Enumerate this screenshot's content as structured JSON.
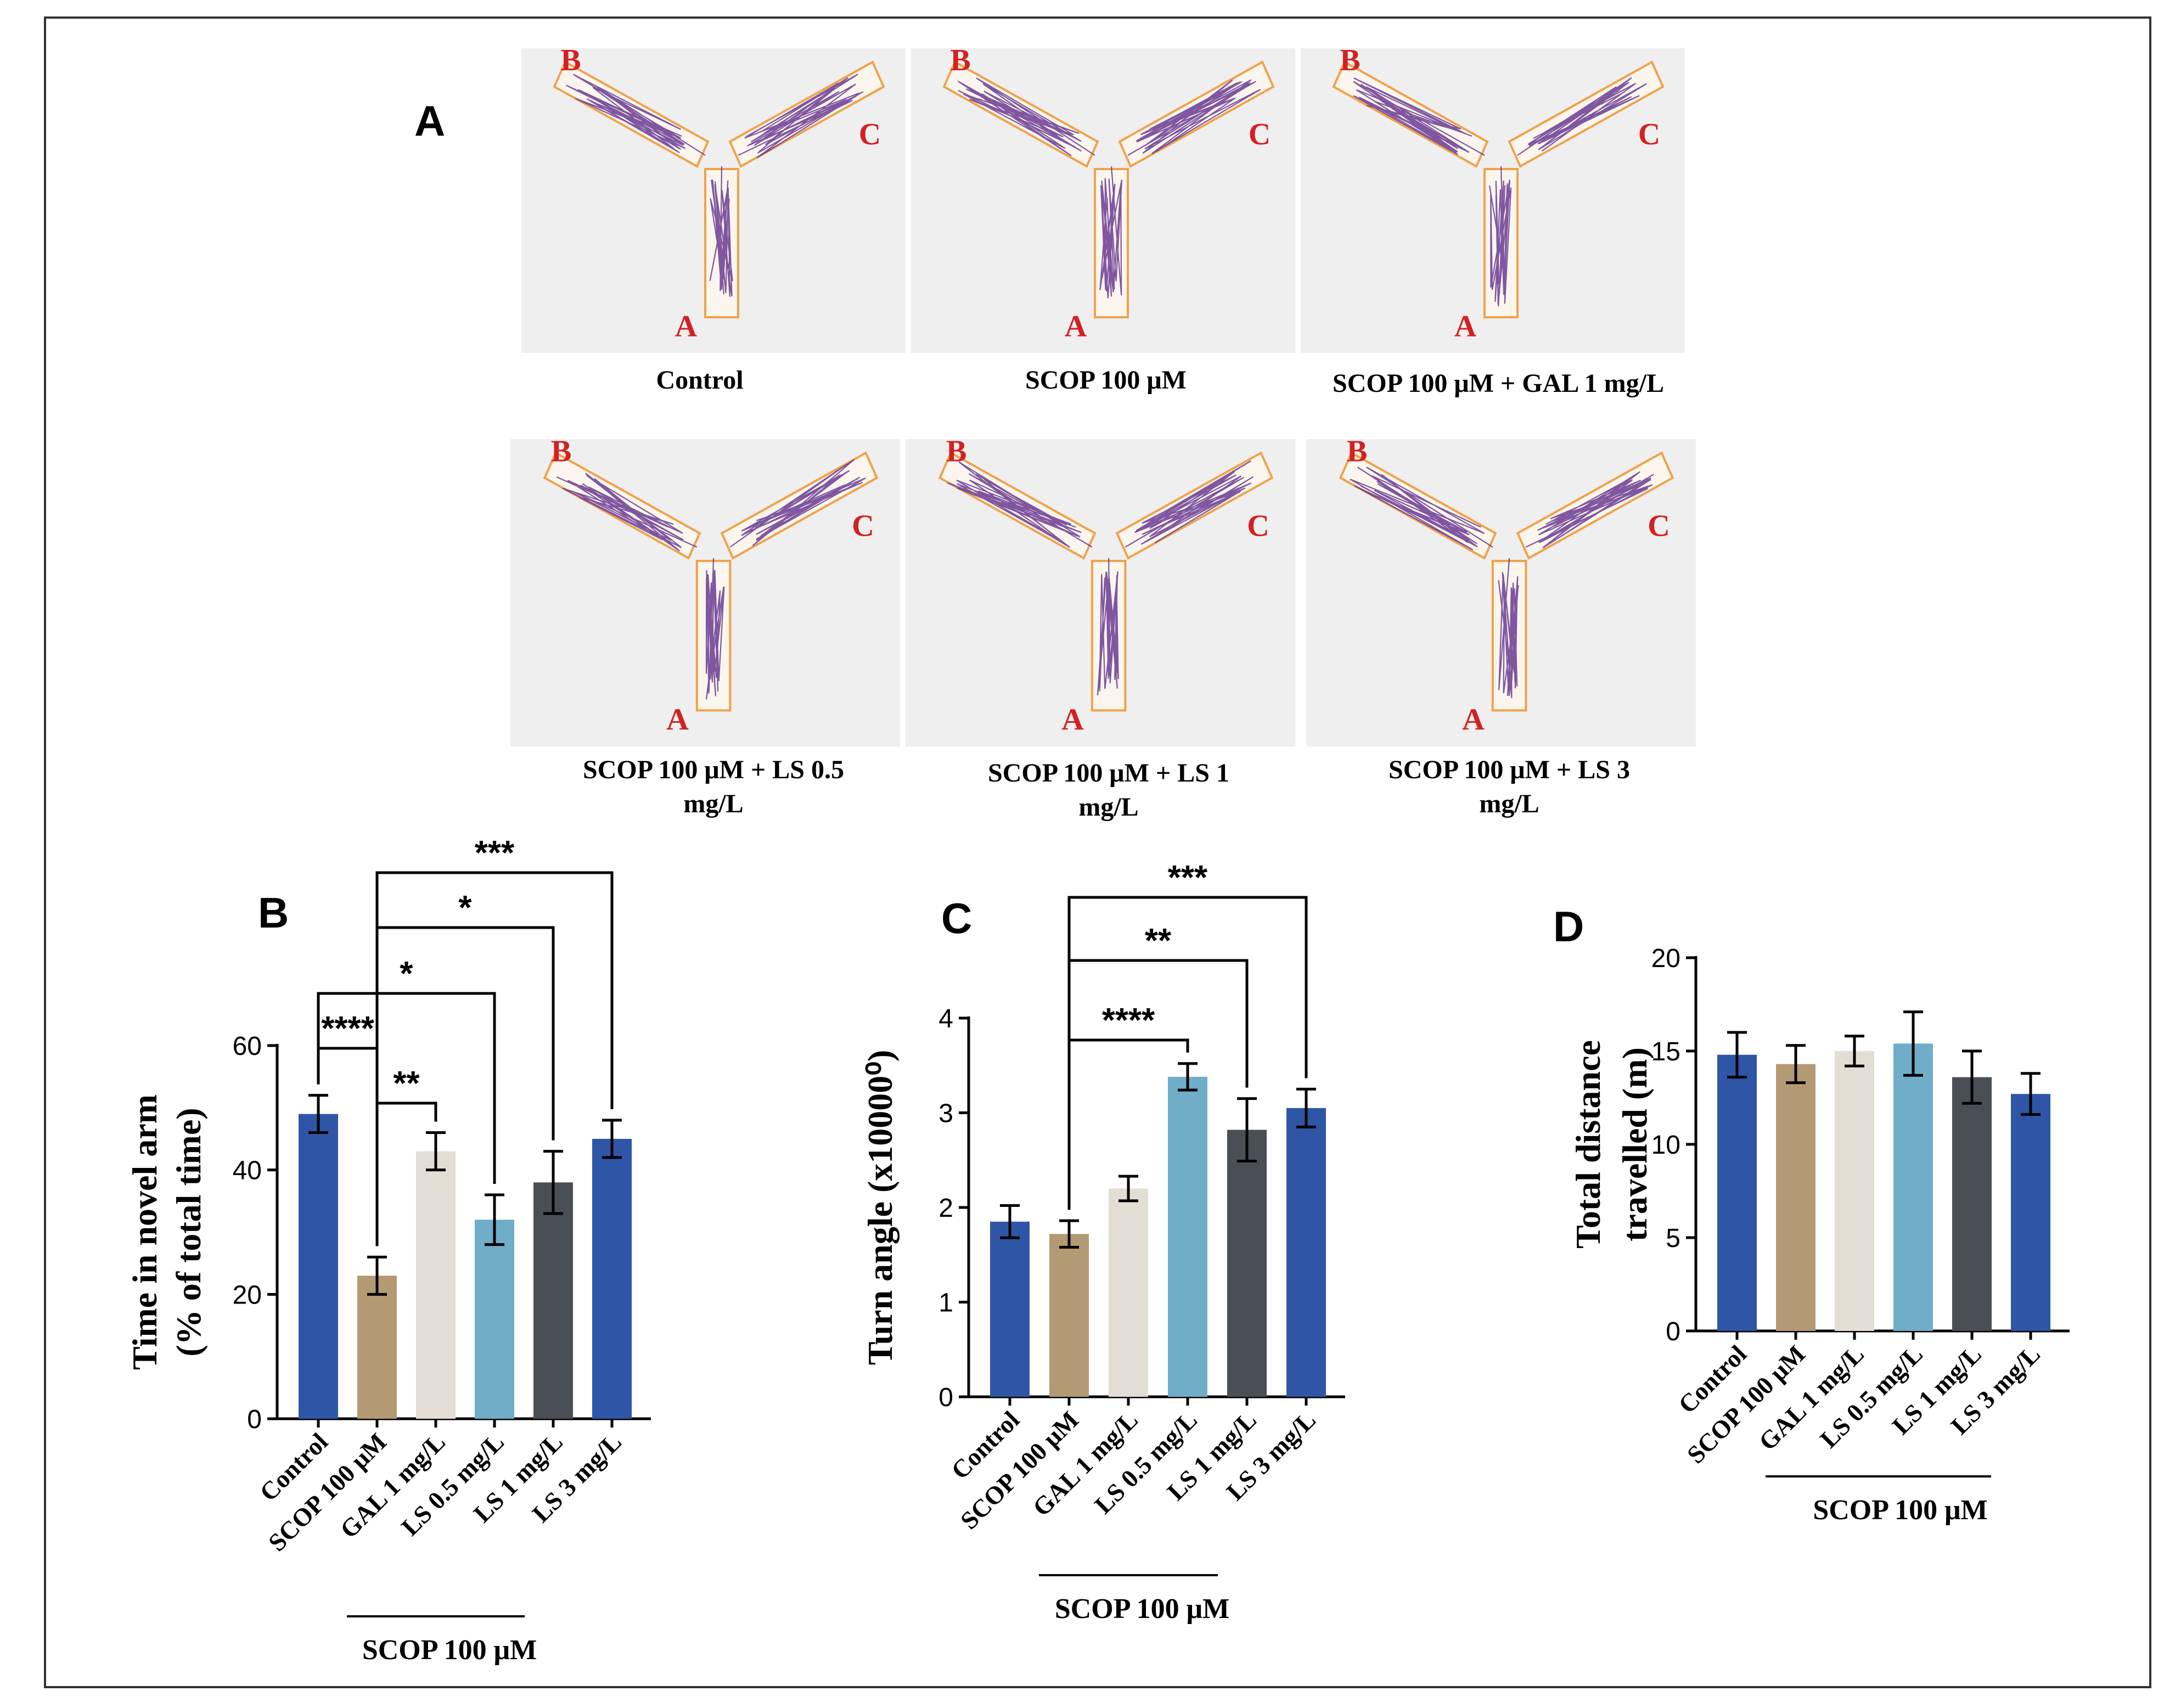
{
  "figure": {
    "panel_letters": [
      "A",
      "B",
      "C",
      "D"
    ]
  },
  "maze_tiles": [
    {
      "caption": "Control",
      "arms": {
        "a": "A",
        "b": "B",
        "c": "C"
      }
    },
    {
      "caption": "SCOP 100 μM",
      "arms": {
        "a": "A",
        "b": "B",
        "c": "C"
      }
    },
    {
      "caption": "SCOP 100 μM + GAL 1 mg/L",
      "arms": {
        "a": "A",
        "b": "B",
        "c": "C"
      }
    },
    {
      "caption": "SCOP 100 μM + LS 0.5 mg/L",
      "arms": {
        "a": "A",
        "b": "B",
        "c": "C"
      }
    },
    {
      "caption": "SCOP 100 μM + LS 1 mg/L",
      "arms": {
        "a": "A",
        "b": "B",
        "c": "C"
      }
    },
    {
      "caption": "SCOP 100 μM + LS 3 mg/L",
      "arms": {
        "a": "A",
        "b": "B",
        "c": "C"
      }
    }
  ],
  "colors": {
    "control": "#2f56a6",
    "scop": "#b39a72",
    "gal": "#e3ded3",
    "ls05": "#6fadc9",
    "ls1": "#4a4e55",
    "ls3": "#2f56a6",
    "maze_outline": "#f0a24a",
    "track": "#6a3a92",
    "arm_label": "#d42020"
  },
  "chart_data": [
    {
      "panel": "B",
      "type": "bar",
      "ylabel": [
        "Time in novel arm",
        "(% of total time)"
      ],
      "ylim": [
        0,
        60
      ],
      "yticks": [
        0,
        20,
        40,
        60
      ],
      "categories": [
        "Control",
        "SCOP 100 μM",
        "GAL 1 mg/L",
        "LS 0.5 mg/L",
        "LS 1 mg/L",
        "LS 3 mg/L"
      ],
      "values": [
        49,
        23,
        43,
        32,
        38,
        45
      ],
      "errors": [
        3,
        3,
        3,
        4,
        5,
        3
      ],
      "group_label": "SCOP 100 μM",
      "significance": [
        {
          "from": 1,
          "to": 5,
          "label": "***"
        },
        {
          "from": 1,
          "to": 4,
          "label": "*"
        },
        {
          "from": 0,
          "to": 3,
          "label": "*"
        },
        {
          "from": 0,
          "to": 1,
          "label": "****"
        },
        {
          "from": 1,
          "to": 2,
          "label": "**"
        }
      ]
    },
    {
      "panel": "C",
      "type": "bar",
      "ylabel": [
        "Turn angle (x10000⁰)"
      ],
      "ylim": [
        0,
        4
      ],
      "yticks": [
        0,
        1,
        2,
        3,
        4
      ],
      "categories": [
        "Control",
        "SCOP 100 μM",
        "GAL 1 mg/L",
        "LS 0.5 mg/L",
        "LS 1 mg/L",
        "LS 3 mg/L"
      ],
      "values": [
        1.85,
        1.72,
        2.2,
        3.38,
        2.82,
        3.05
      ],
      "errors": [
        0.17,
        0.14,
        0.13,
        0.14,
        0.33,
        0.2
      ],
      "group_label": "SCOP 100 μM",
      "significance": [
        {
          "from": 1,
          "to": 5,
          "label": "***"
        },
        {
          "from": 1,
          "to": 4,
          "label": "**"
        },
        {
          "from": 1,
          "to": 3,
          "label": "****"
        }
      ]
    },
    {
      "panel": "D",
      "type": "bar",
      "ylabel": [
        "Total distance",
        "travelled (m)"
      ],
      "ylim": [
        0,
        20
      ],
      "yticks": [
        0,
        5,
        10,
        15,
        20
      ],
      "categories": [
        "Control",
        "SCOP 100 μM",
        "GAL 1 mg/L",
        "LS 0.5 mg/L",
        "LS 1 mg/L",
        "LS 3 mg/L"
      ],
      "values": [
        14.8,
        14.3,
        15.0,
        15.4,
        13.6,
        12.7
      ],
      "errors": [
        1.2,
        1.0,
        0.8,
        1.7,
        1.4,
        1.1
      ],
      "group_label": "SCOP 100 μM",
      "significance": []
    }
  ]
}
